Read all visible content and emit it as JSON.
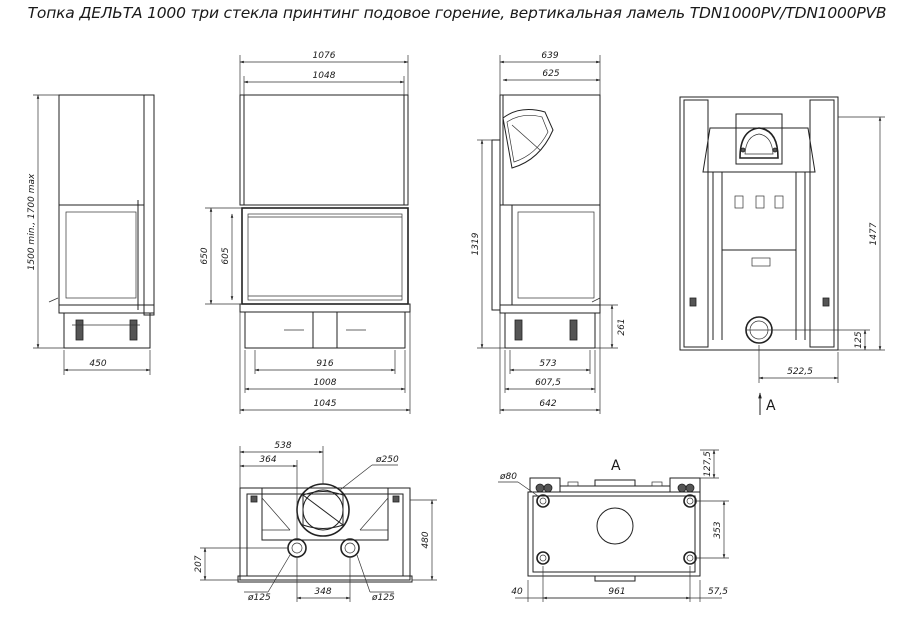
{
  "title": "Топка ДЕЛЬТА 1000 три стекла принтинг подовое горение, вертикальная ламель TDN1000PV/TDN1000PVB",
  "view_label": "A",
  "dimensions": {
    "side_height_range": "1500 min., 1700 max",
    "side_depth": "450",
    "front_outer_top": "1076",
    "front_inner_top": "1048",
    "front_glass_height": "650",
    "front_glass_inner": "605",
    "front_w1": "916",
    "front_w2": "1008",
    "front_w3": "1045",
    "right_top_outer": "639",
    "right_top_inner": "625",
    "right_height": "1319",
    "right_base": "261",
    "right_w1": "573",
    "right_w2": "607,5",
    "right_w3": "642",
    "back_height": "1477",
    "back_offset": "522,5",
    "back_small": "125",
    "plan_538": "538",
    "plan_364": "364",
    "plan_d250": "ø250",
    "plan_480": "480",
    "plan_207": "207",
    "plan_348": "348",
    "plan_d125a": "ø125",
    "plan_d125b": "ø125",
    "bot_d80": "ø80",
    "bot_1275": "127,5",
    "bot_353": "353",
    "bot_40": "40",
    "bot_961": "961",
    "bot_575": "57,5"
  }
}
